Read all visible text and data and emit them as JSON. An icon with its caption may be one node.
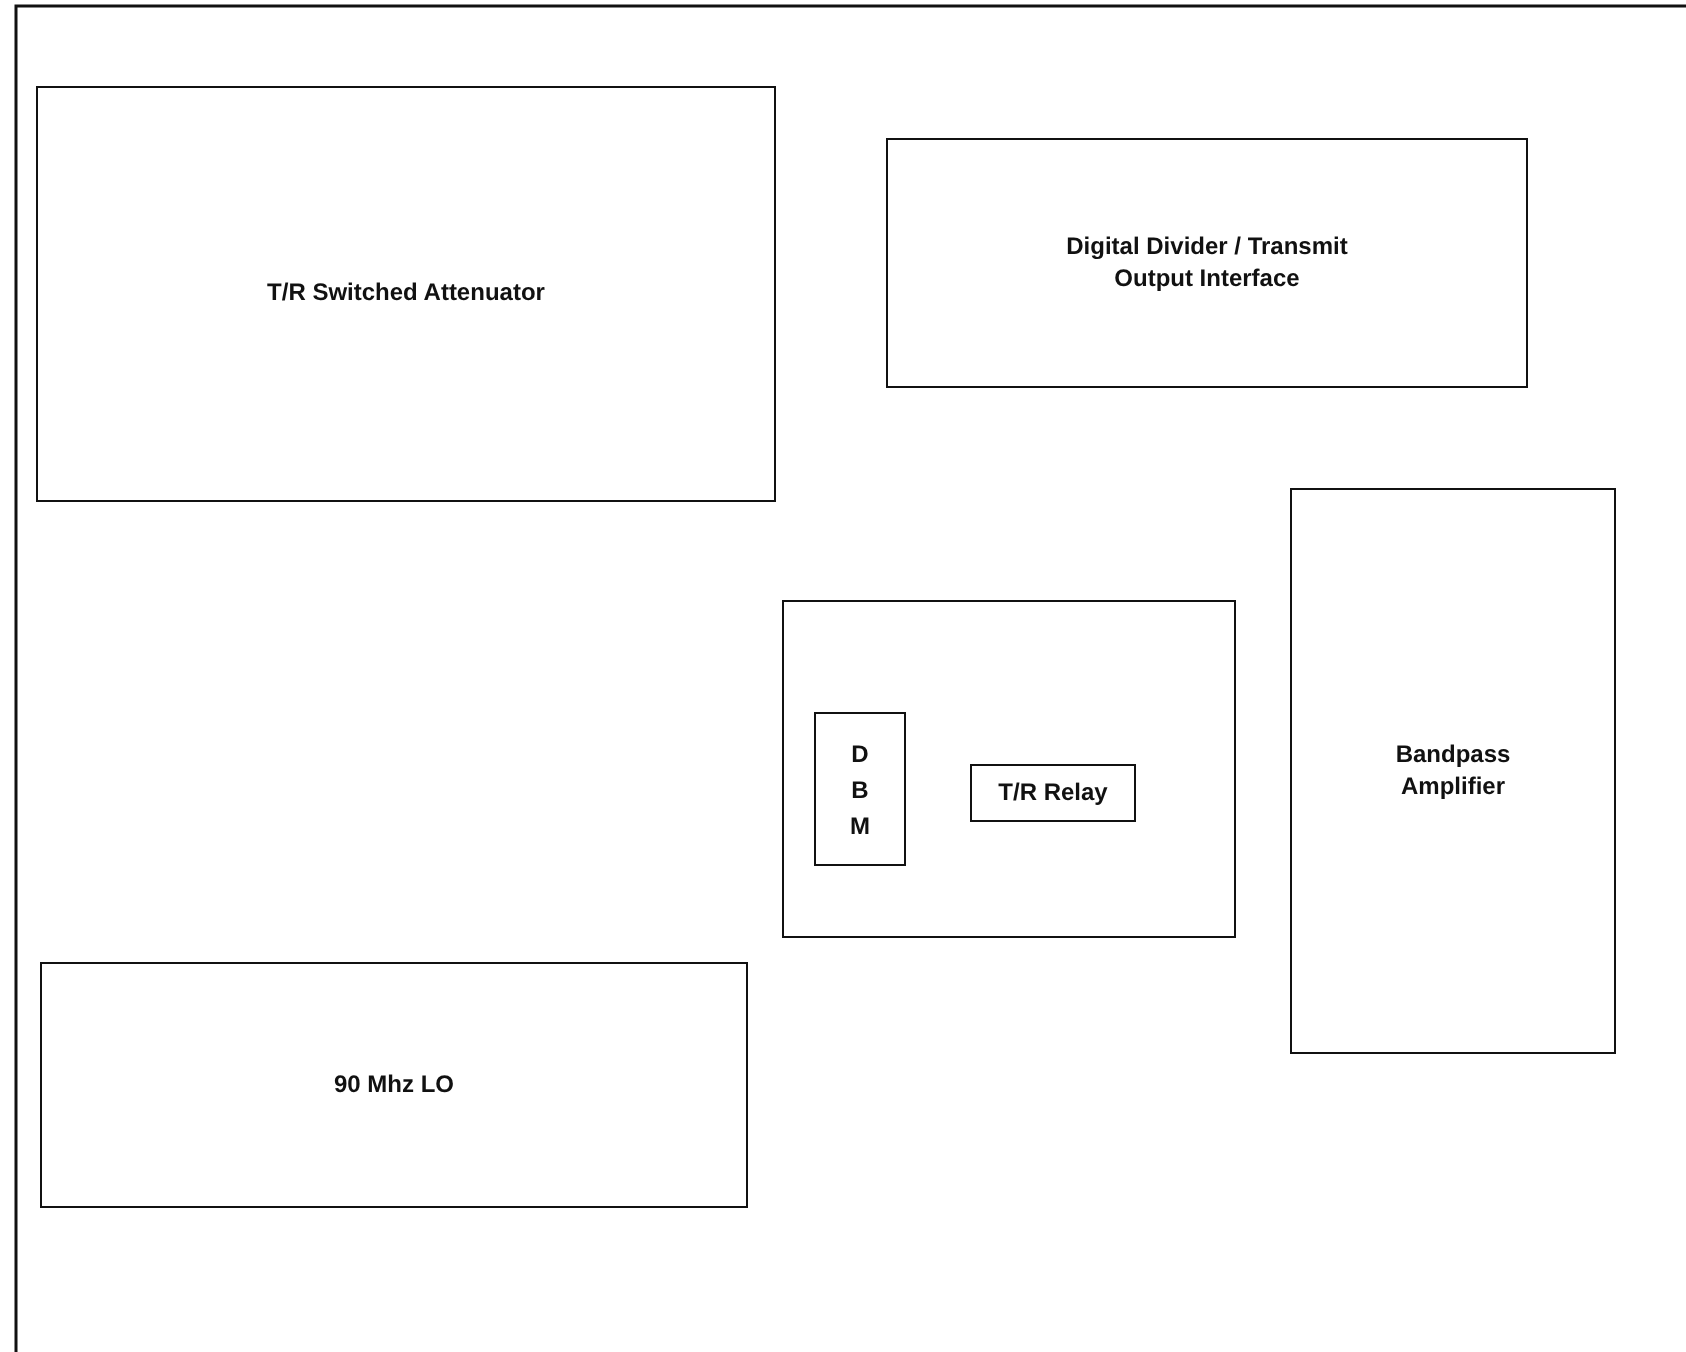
{
  "diagram": {
    "nodes": [
      {
        "text": [
          "T/R Switched Attenuator"
        ]
      },
      {
        "text": [
          "Digital Divider / Transmit Output Interface"
        ]
      },
      {
        "text": [
          "Bandpass Amplifier"
        ]
      },
      {
        "text": [],
        "shape": "box"
      },
      {
        "text": [
          "DBM"
        ],
        "in": 3
      },
      {
        "text": [
          "T/R Relay"
        ],
        "in": 3
      },
      {
        "text": [
          "90 Mhz LO"
        ]
      }
    ]
  }
}
